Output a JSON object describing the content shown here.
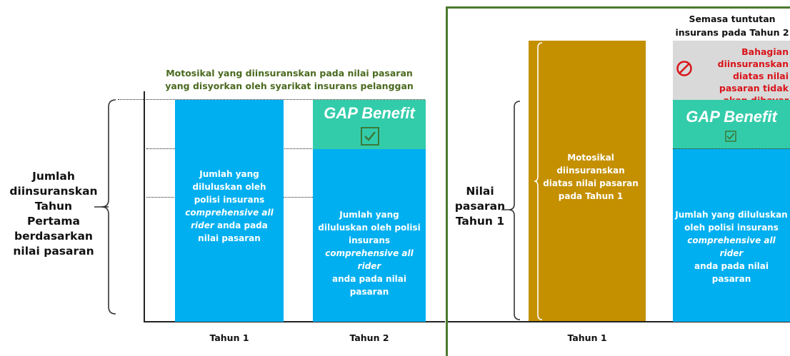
{
  "top_note": "Motosikal yang diinsuranskan pada nilai pasaran yang disyorkan oleh syarikat insurans pelanggan",
  "left_label": "Jumlah diinsuranskan Tahun Pertama berdasarkan nilai pasaran",
  "right_label": "Nilai pasaran Tahun 1",
  "bar1_text": {
    "line1": "Jumlah yang diluluskan oleh polisi insurans",
    "italic": "comprehensive all rider",
    "line2": "anda pada nilai pasaran"
  },
  "bar2_text": {
    "line1": "Jumlah yang diluluskan oleh polisi insurans",
    "italic": "comprehensive all rider",
    "line2": "anda pada nilai pasaran"
  },
  "bar4_text": {
    "line1": "Jumlah yang diluluskan oleh polisi insurans",
    "italic": "comprehensive all rider",
    "line2": "anda pada nilai pasaran"
  },
  "gold_bar_text": "Motosikal diinsuranskan diatas nilai pasaran pada Tahun 1",
  "gap_benefit": "GAP Benefit",
  "semasa": "Semasa tuntutan insurans pada Tahun 2",
  "warning": "Bahagian diinsuranskan diatas nilai pasaran tidak akan dibayar",
  "axis": {
    "left_tahun1": "Tahun 1",
    "left_tahun2": "Tahun 2",
    "right_tahun1": "Tahun 1"
  },
  "colors": {
    "blue": "#00aff0",
    "green": "#33ccaa",
    "gold": "#c49000",
    "grey": "#d9d9d9",
    "frame": "#4b7a2d",
    "warn_red": "#d9141a",
    "note_green": "#4a6a1f"
  },
  "icons": [
    "checkmark-icon",
    "prohibited-icon",
    "brace-icon"
  ]
}
